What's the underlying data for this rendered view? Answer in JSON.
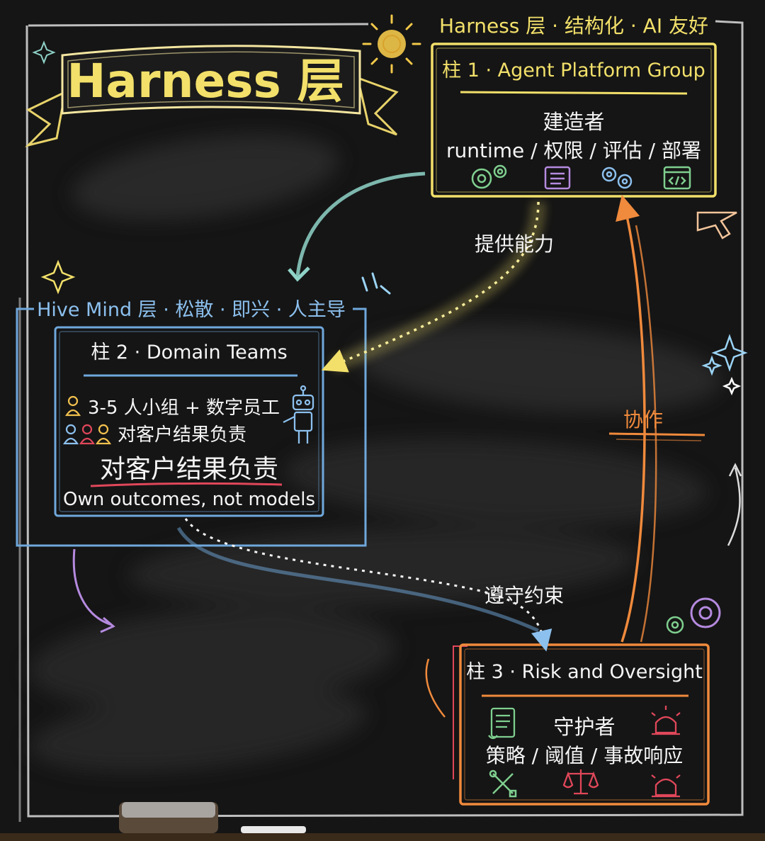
{
  "colors": {
    "board": "#151515",
    "yellow": "#f2e06a",
    "blue": "#6fa8dc",
    "orange": "#f08a3c",
    "red": "#e0475a",
    "teal": "#8fd3c8",
    "white": "#ececec",
    "purple": "#b58adf",
    "green": "#7fcf8f"
  },
  "banner": {
    "title": "Harness 层"
  },
  "harness_layer": {
    "heading": "Harness 层 · 结构化 · AI 友好",
    "pillar1": {
      "title": "柱 1 · Agent Platform Group",
      "role": "建造者",
      "scope": "runtime / 权限 / 评估 / 部署",
      "icons": [
        "gears-icon",
        "checklist-icon",
        "gears-icon",
        "code-window-icon"
      ]
    }
  },
  "hive_layer": {
    "heading": "Hive Mind 层 · 松散 · 即兴 · 人主导",
    "pillar2": {
      "title": "柱 2 · Domain Teams",
      "line1": "3-5 人小组 + 数字员工",
      "line2": "对客户结果负责",
      "highlight": "对客户结果负责",
      "motto": "Own outcomes, not models",
      "icons": [
        "person-icon",
        "group-icon",
        "robot-icon"
      ]
    }
  },
  "pillar3": {
    "title": "柱 3 · Risk and Oversight",
    "role": "守护者",
    "scope": "策略 / 阈值 / 事故响应",
    "icons": [
      "scroll-icon",
      "siren-icon",
      "tools-icon",
      "scale-icon",
      "siren-icon"
    ]
  },
  "arrows": {
    "provide": "提供能力",
    "comply": "遵守约束",
    "collaborate": "协作"
  }
}
